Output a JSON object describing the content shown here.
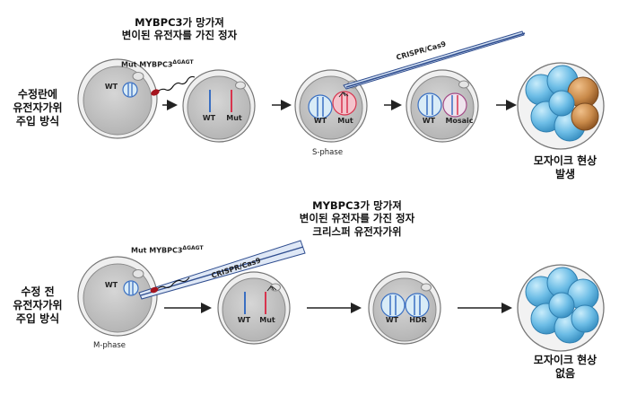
{
  "row1": {
    "method": [
      "수정란에",
      "유전자가위",
      "주입 방식"
    ],
    "sperm_title": [
      "MYBPC3가 망가져",
      "변이된 유전자를 가진 정자"
    ],
    "mut_label": "Mut MYBPC3",
    "mut_sup": "ΔGAGT",
    "cas9": "CRISPR/Cas9",
    "phase": "S-phase",
    "wt": "WT",
    "mut": "Mut",
    "mosaic": "Mosaic",
    "outcome": [
      "모자이크 현상",
      "발생"
    ]
  },
  "row2": {
    "method": [
      "수정 전",
      "유전자가위",
      "주입 방식"
    ],
    "sperm_title": [
      "MYBPC3가 망가져",
      "변이된 유전자를 가진 정자",
      "크리스퍼 유전자가위"
    ],
    "mut_label": "Mut MYBPC3",
    "mut_sup": "ΔGAGT",
    "cas9": "CRISPR/Cas9",
    "phase": "M-phase",
    "wt": "WT",
    "mut": "Mut",
    "hdr": "HDR",
    "outcome": [
      "모자이크 현상",
      "없음"
    ]
  },
  "colors": {
    "cell": "#c8c8c8",
    "cell_rim": "#8a8a8a",
    "nucleus": "#d9ecf7",
    "wt_line": "#3a6fc2",
    "mut_line": "#d8344e",
    "blastomere_blue": "#7cc4ea",
    "blastomere_brown": "#c98a4a",
    "needle": "#2f4d8f"
  }
}
